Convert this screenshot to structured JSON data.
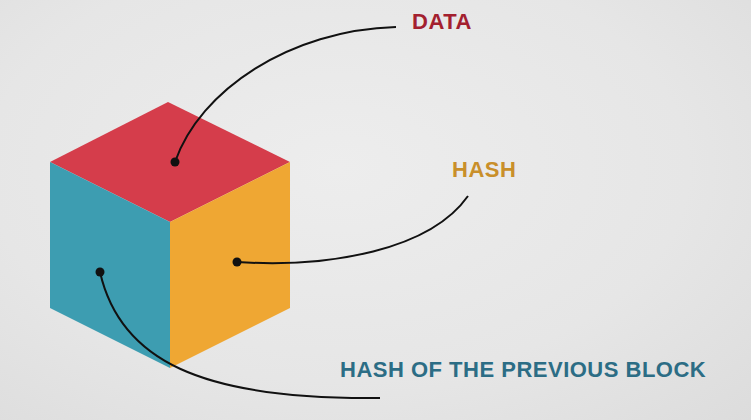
{
  "diagram": {
    "labels": [
      "DATA",
      "HASH",
      "HASH OF THE PREVIOUS BLOCK"
    ]
  }
}
